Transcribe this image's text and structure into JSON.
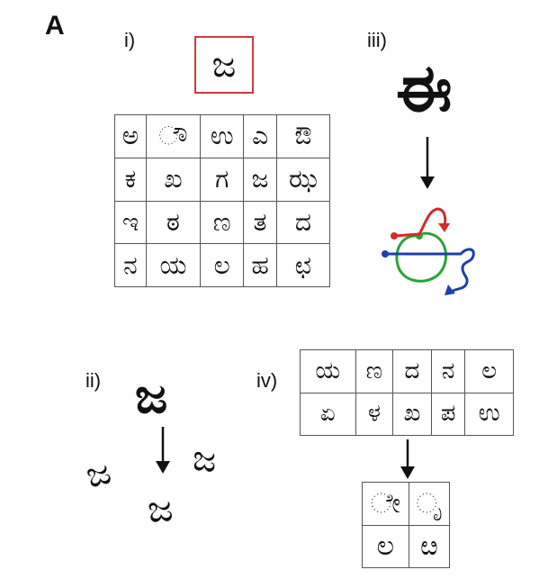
{
  "panel_letter": "A",
  "subpanels": {
    "i": {
      "label": "i)",
      "target_glyph": "ಜ",
      "grid": [
        [
          "ಅ",
          "ೌ",
          "ಉ",
          "ಎ",
          "ಔ"
        ],
        [
          "ಕ",
          "ಖ",
          "ಗ",
          "ಜ",
          "ಝ"
        ],
        [
          "ಇ",
          "ಠ",
          "ಣ",
          "ತ",
          "ದ"
        ],
        [
          "ನ",
          "ಯ",
          "ಲ",
          "ಹ",
          "ಛ"
        ]
      ]
    },
    "ii": {
      "label": "ii)",
      "main_glyph": "ಜ",
      "variant_glyphs": [
        "ಜ",
        "ಜ",
        "ಜ"
      ]
    },
    "iii": {
      "label": "iii)",
      "main_glyph": "ಈ",
      "stroke_colors": [
        "#d62a2a",
        "#2aa33a",
        "#1f3fa8"
      ]
    },
    "iv": {
      "label": "iv)",
      "grid": [
        [
          "ಯ",
          "ಣ",
          "ದ",
          "ನ",
          "ಲ"
        ],
        [
          "ಏ",
          "ಳ",
          "ಖ",
          "ಪ",
          "ಉ"
        ]
      ],
      "result_grid": [
        [
          "ೇ",
          "ೃ"
        ],
        [
          "ಲ",
          "ೞ"
        ]
      ]
    }
  },
  "colors": {
    "target_border": "#d23a3a",
    "red_stroke": "#d62a2a",
    "green_stroke": "#2aa33a",
    "blue_stroke": "#1f3fa8"
  }
}
